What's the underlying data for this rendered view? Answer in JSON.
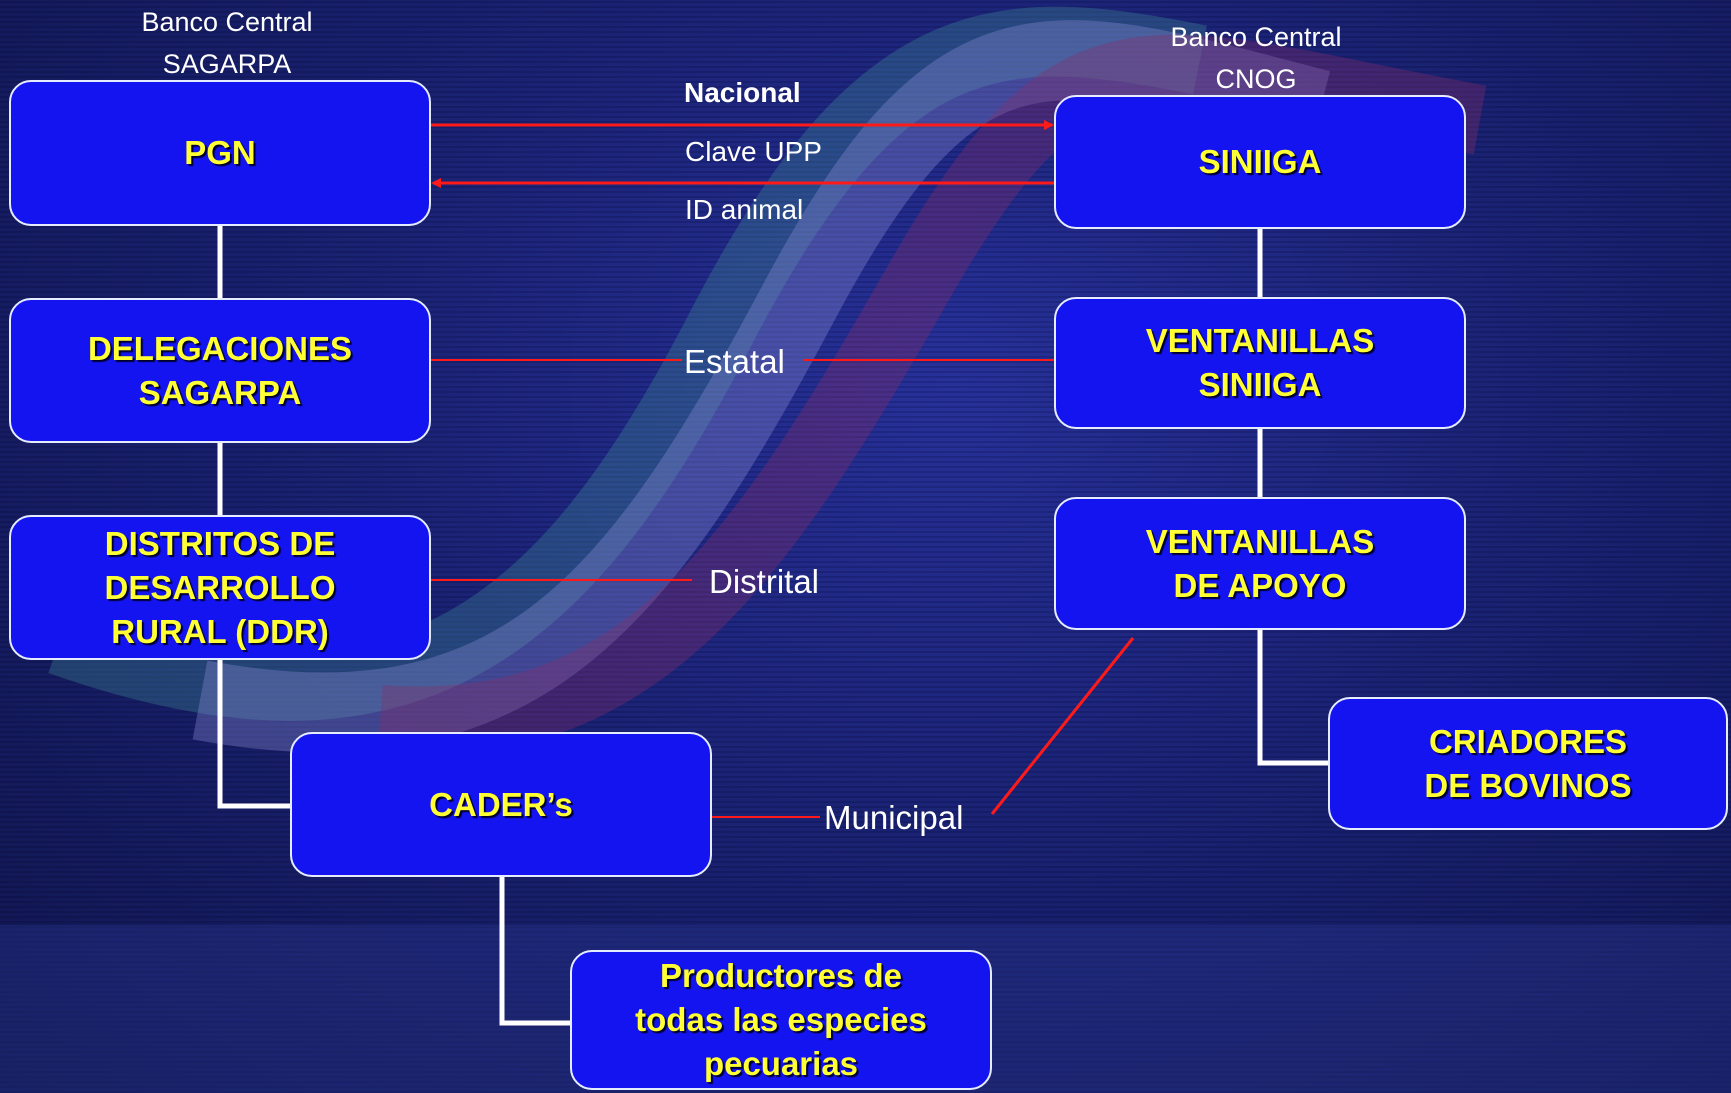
{
  "colors": {
    "box_fill": "#1414f0",
    "box_text": "#ffff33",
    "arrow": "#ff1a1a",
    "connector": "#ffffff"
  },
  "headers": {
    "left": {
      "line1": "Banco Central",
      "line2": "SAGARPA"
    },
    "right": {
      "line1": "Banco Central",
      "line2": "CNOG"
    }
  },
  "nodes": {
    "pgn": "PGN",
    "delegaciones": "DELEGACIONES\nSAGARPA",
    "ddr": "DISTRITOS DE\nDESARROLLO\nRURAL (DDR)",
    "cader": "CADER’s",
    "productores": "Productores de\ntodas las especies\npecuarias",
    "siniiga": "SINIIGA",
    "ventanillas_siniiga": "VENTANILLAS\nSINIIGA",
    "ventanillas_apoyo": "VENTANILLAS\nDE APOYO",
    "criadores": "CRIADORES\nDE BOVINOS"
  },
  "levels": {
    "nacional": "Nacional",
    "clave_upp": "Clave UPP",
    "id_animal": "ID animal",
    "estatal": "Estatal",
    "distrital": "Distrital",
    "municipal": "Municipal"
  }
}
